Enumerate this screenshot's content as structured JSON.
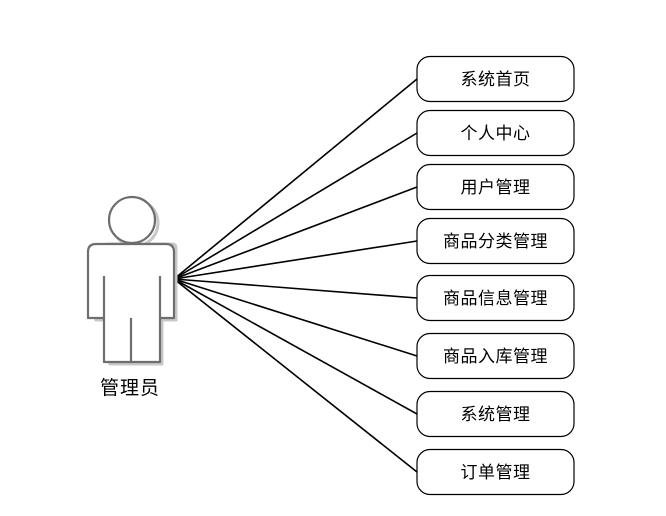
{
  "actor": {
    "label": "管理员",
    "icon": "stick-figure-actor-icon"
  },
  "use_cases": [
    {
      "label": "系统首页"
    },
    {
      "label": "个人中心"
    },
    {
      "label": "用户管理"
    },
    {
      "label": "商品分类管理"
    },
    {
      "label": "商品信息管理"
    },
    {
      "label": "商品入库管理"
    },
    {
      "label": "系统管理"
    },
    {
      "label": "订单管理"
    }
  ]
}
